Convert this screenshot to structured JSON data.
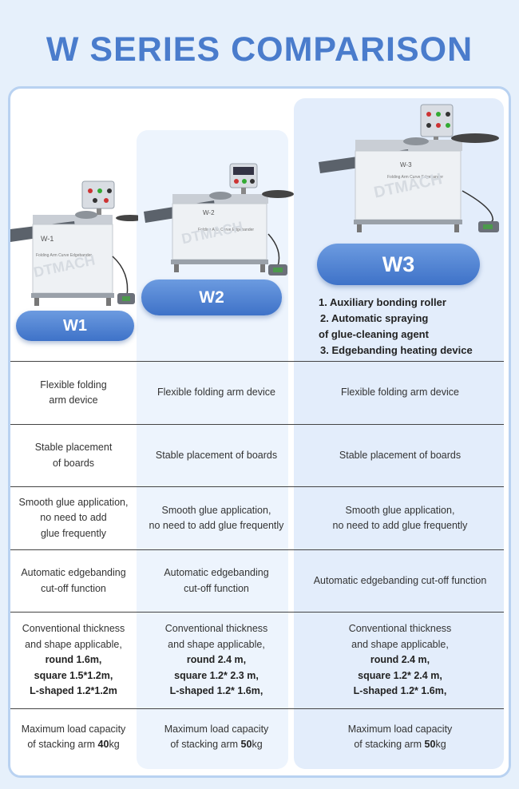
{
  "title": "W SERIES COMPARISON",
  "products": {
    "w1": {
      "label": "W1",
      "machine_plate": "W-1",
      "machine_caption": "Folding Arm Curve Edgebander"
    },
    "w2": {
      "label": "W2",
      "machine_plate": "W-2",
      "machine_caption": "Folding Arm Curve Edgebander"
    },
    "w3": {
      "label": "W3",
      "machine_plate": "W-3",
      "machine_caption": "Folding Arm Curve Edgebander"
    }
  },
  "watermark": "DTMACH",
  "w3_features": [
    "1. Auxiliary bonding roller",
    "2. Automatic spraying",
    "of glue-cleaning agent",
    "3. Edgebanding heating device"
  ],
  "rows": [
    {
      "w1": [
        "Flexible folding",
        "arm device"
      ],
      "w2": [
        "Flexible folding arm device"
      ],
      "w3": [
        "Flexible folding arm device"
      ]
    },
    {
      "w1": [
        "Stable placement",
        "of boards"
      ],
      "w2": [
        "Stable placement of boards"
      ],
      "w3": [
        "Stable placement of boards"
      ]
    },
    {
      "w1": [
        "Smooth glue application,",
        "no need to add",
        "glue frequently"
      ],
      "w2": [
        "Smooth glue application,",
        "no need to add glue frequently"
      ],
      "w3": [
        "Smooth glue application,",
        "no need to add glue frequently"
      ]
    },
    {
      "w1": [
        "Automatic edgebanding",
        "cut-off function"
      ],
      "w2": [
        "Automatic edgebanding",
        "cut-off function"
      ],
      "w3": [
        "Automatic edgebanding cut-off function"
      ]
    }
  ],
  "spec_row": {
    "w1": {
      "intro1": "Conventional thickness",
      "intro2": "and shape applicable,",
      "round": "round 1.6m,",
      "square": "square 1.5*1.2m,",
      "lshape": "L-shaped 1.2*1.2m"
    },
    "w2": {
      "intro1": "Conventional thickness",
      "intro2": "and shape applicable,",
      "round": "round 2.4 m,",
      "square": "square 1.2* 2.3 m,",
      "lshape": "L-shaped 1.2* 1.6m,"
    },
    "w3": {
      "intro1": "Conventional thickness",
      "intro2": "and shape applicable,",
      "round": "round 2.4 m,",
      "square": "square 1.2* 2.4 m,",
      "lshape": "L-shaped 1.2* 1.6m,"
    }
  },
  "load_row": {
    "line1": "Maximum load capacity",
    "line2_prefix": "of stacking arm ",
    "w1": "40",
    "w2": "50",
    "w3": "50",
    "unit": "kg"
  },
  "colors": {
    "accent": "#4a7ccc",
    "background": "#e6f0fb",
    "card_border": "#b9d2f1",
    "w2_column": "#edf4fd",
    "w3_column": "#e3edfb"
  }
}
